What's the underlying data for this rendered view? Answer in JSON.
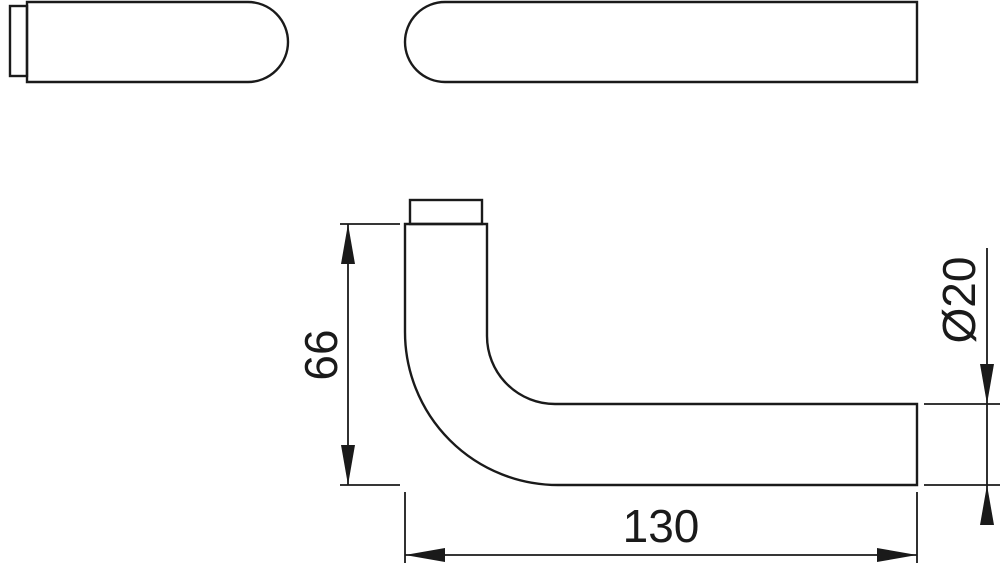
{
  "drawing": {
    "dimensions": {
      "height": "66",
      "length": "130",
      "diameter": "Ø20"
    }
  }
}
